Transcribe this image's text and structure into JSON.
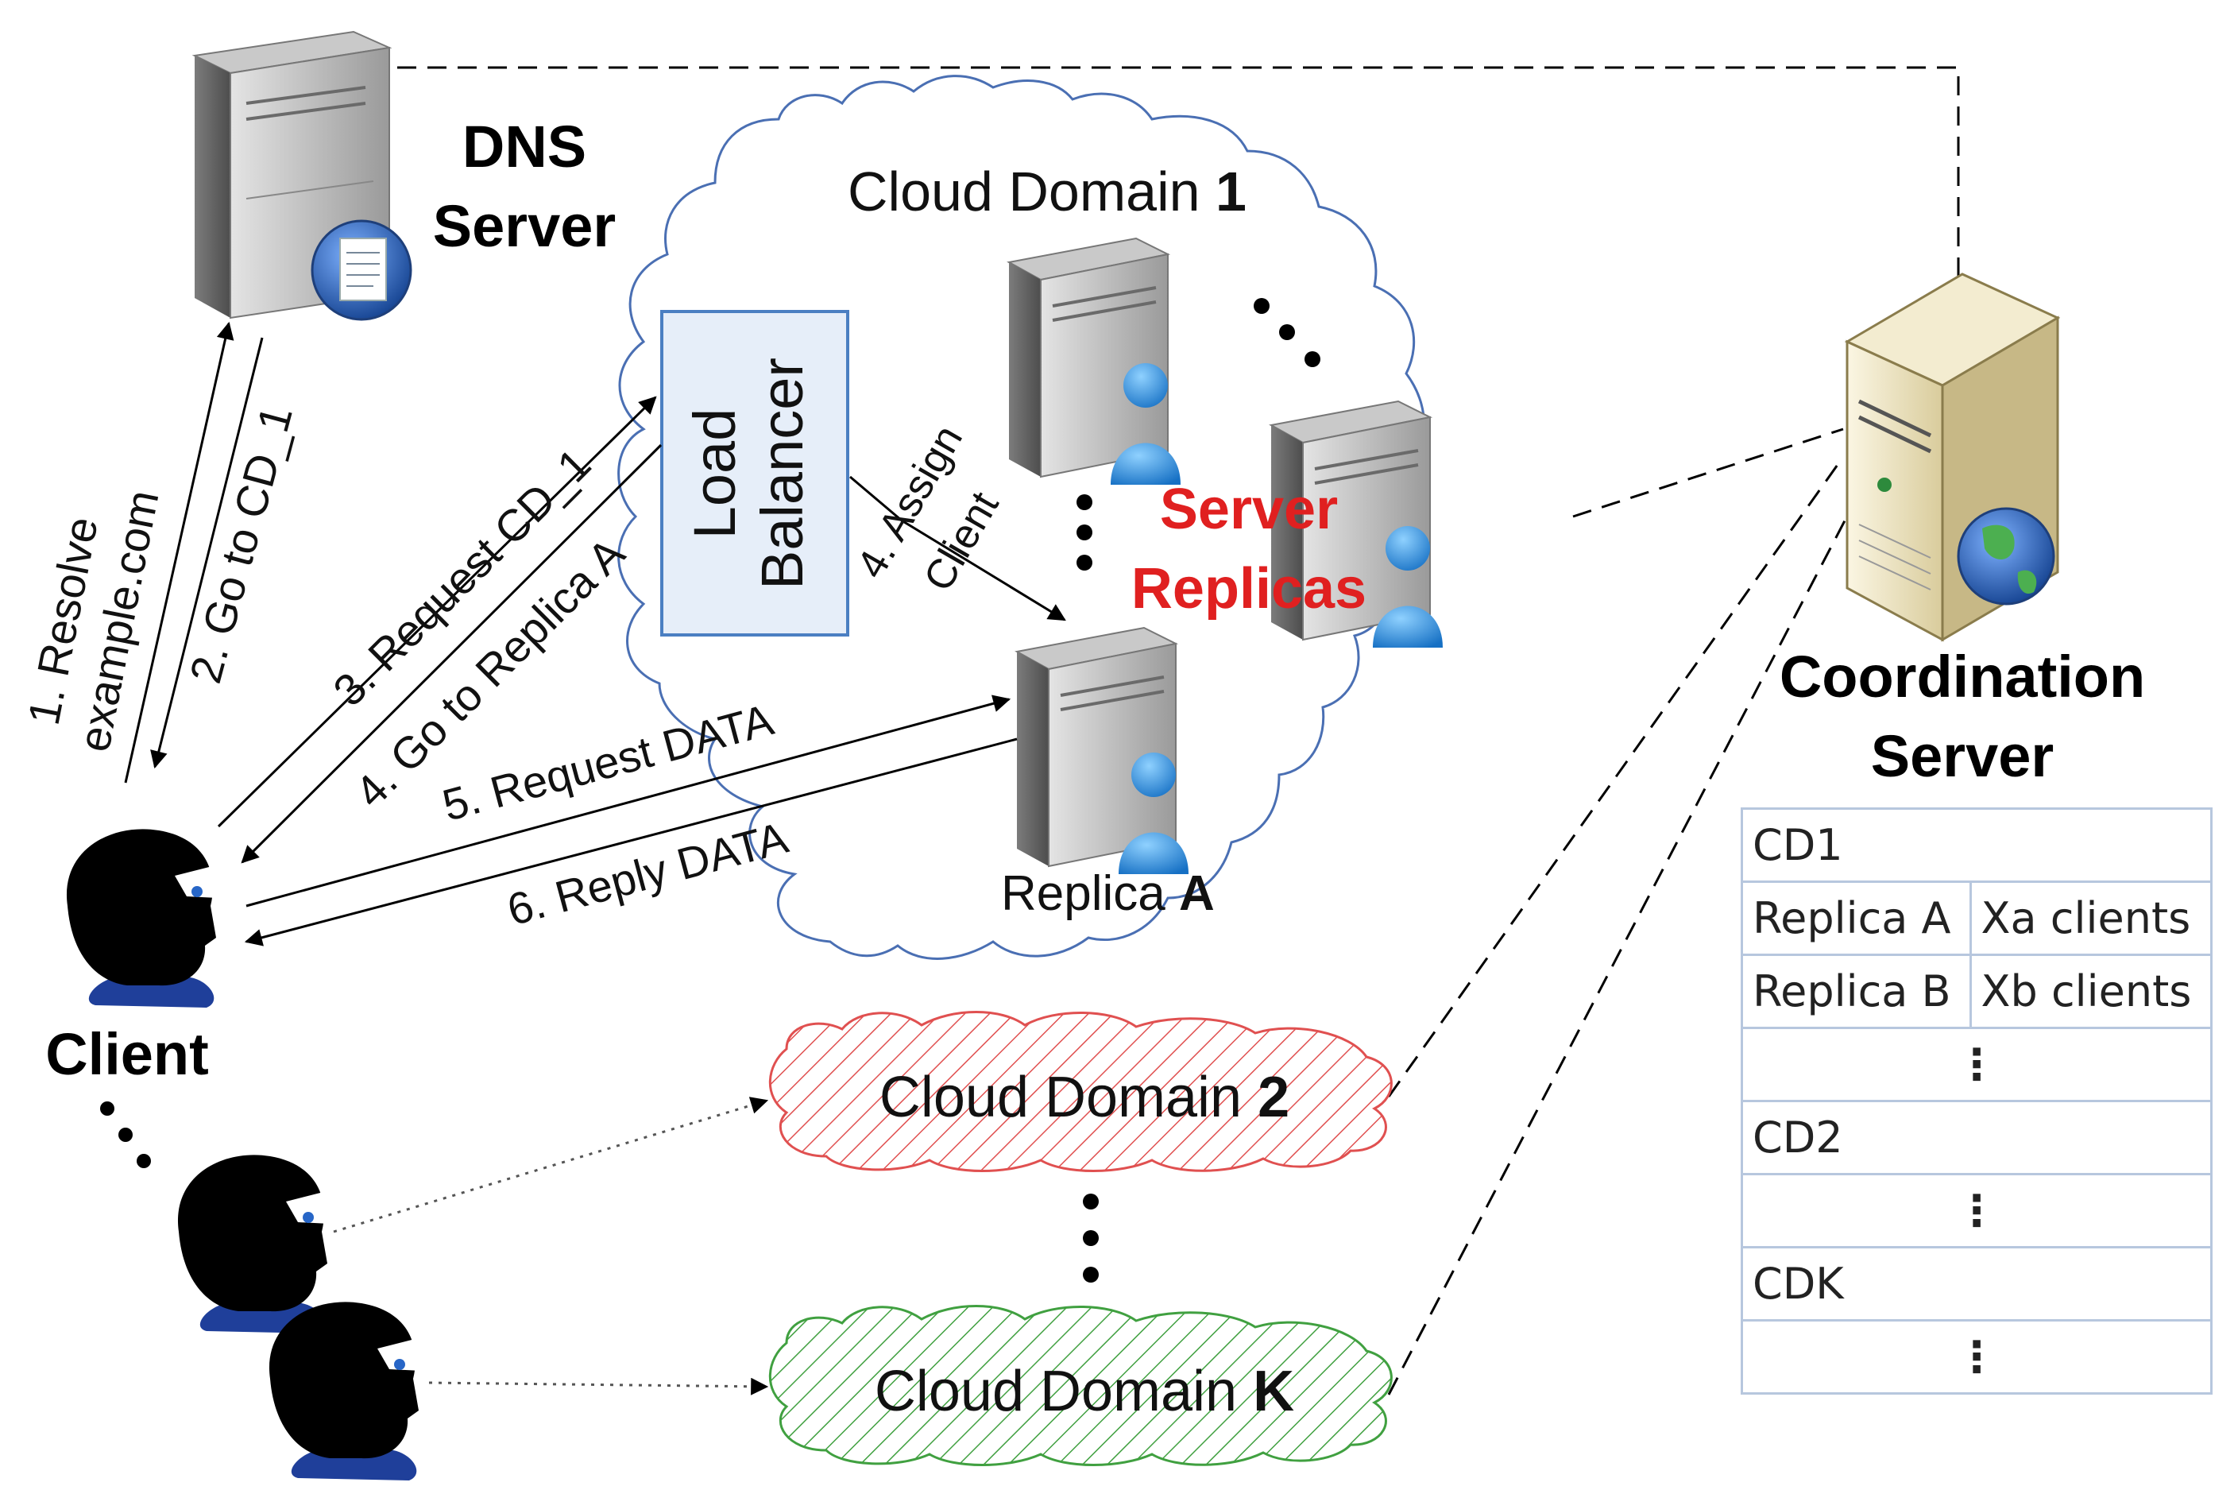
{
  "dns_server": {
    "line1": "DNS",
    "line2": "Server"
  },
  "cloud_domain_1": {
    "prefix": "Cloud Domain ",
    "num": "1"
  },
  "load_balancer": {
    "line1": "Load",
    "line2": "Balancer"
  },
  "server_replicas": {
    "line1": "Server",
    "line2": "Replicas"
  },
  "replica_a": {
    "prefix": "Replica ",
    "letter": "A"
  },
  "coordination_server": {
    "line1": "Coordination",
    "line2": "Server"
  },
  "client_label": "Client",
  "cloud_domain_2": {
    "prefix": "Cloud Domain ",
    "num": "2"
  },
  "cloud_domain_k": {
    "prefix": "Cloud Domain ",
    "num": "K"
  },
  "arrows": {
    "a1_line1": "1. Resolve",
    "a1_line2": "example.com",
    "a2": "2. Go to CD_1",
    "a3": "3. Request CD_1",
    "a4": "4. Go to Replica A",
    "a4b_line1": "4. Assign",
    "a4b_line2": "Client",
    "a5": "5. Request DATA",
    "a6": "6. Reply DATA"
  },
  "table": {
    "cd1": "CD1",
    "replica_a": "Replica A",
    "xa_clients": "Xa clients",
    "replica_b": "Replica B",
    "xb_clients": "Xb clients",
    "dots": "⋮",
    "cd2": "CD2",
    "cdk": "CDK"
  },
  "colors": {
    "replicas_label": "#e02020",
    "load_balancer_fill": "#e6eef9",
    "load_balancer_border": "#4b7fc2",
    "cloud1_border": "#4a6fb3",
    "cloud2_hatch": "#e05050",
    "cloudk_hatch": "#40a040",
    "table_border": "#b7c7de"
  },
  "icons": [
    "dns-server-icon",
    "replica-server-icon",
    "coordination-server-icon",
    "client-head-icon",
    "globe-icon"
  ]
}
